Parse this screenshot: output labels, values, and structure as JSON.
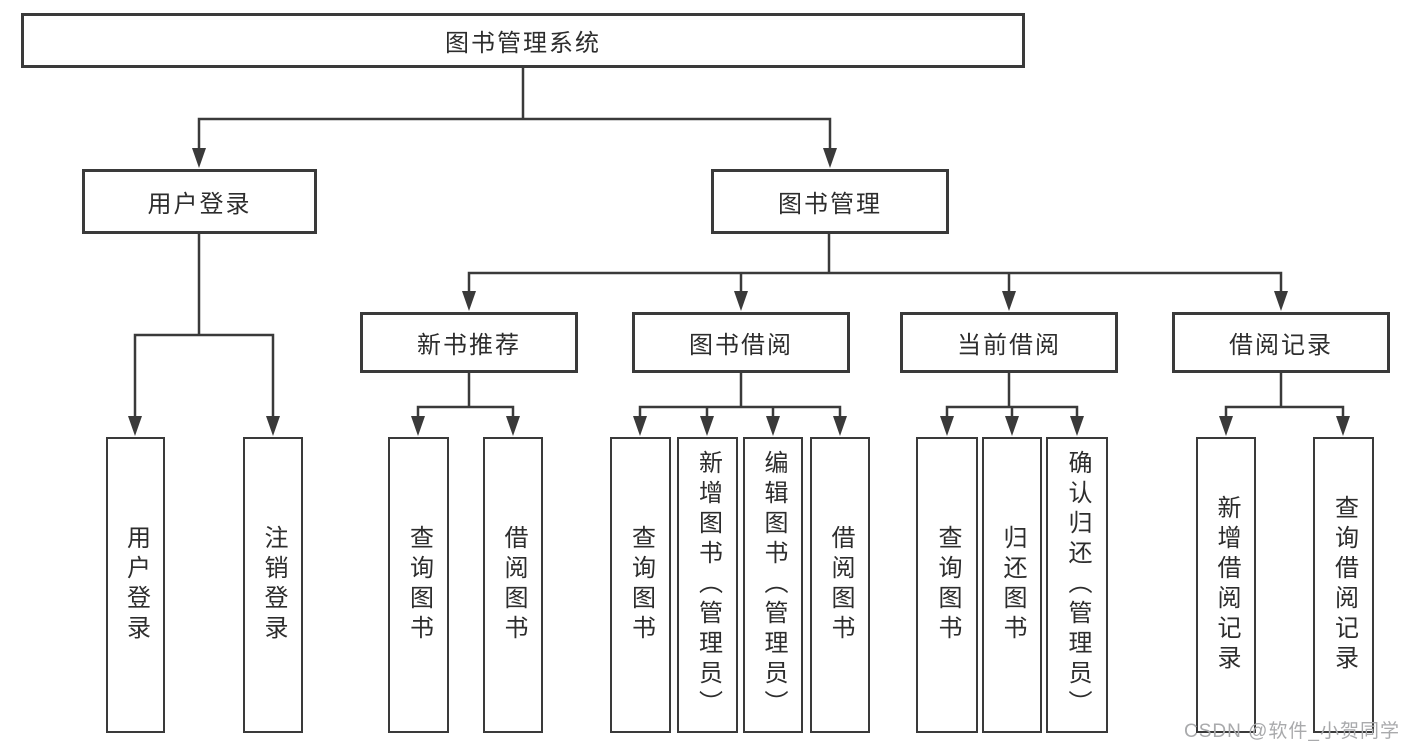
{
  "root": {
    "label": "图书管理系统"
  },
  "login": {
    "label": "用户登录",
    "leaves": [
      {
        "label": "用户登录"
      },
      {
        "label": "注销登录"
      }
    ]
  },
  "mgmt": {
    "label": "图书管理",
    "groups": [
      {
        "label": "新书推荐",
        "leaves": [
          {
            "label": "查询图书"
          },
          {
            "label": "借阅图书"
          }
        ]
      },
      {
        "label": "图书借阅",
        "leaves": [
          {
            "label": "查询图书"
          },
          {
            "label": "新增图书（管理员）"
          },
          {
            "label": "编辑图书（管理员）"
          },
          {
            "label": "借阅图书"
          }
        ]
      },
      {
        "label": "当前借阅",
        "leaves": [
          {
            "label": "查询图书"
          },
          {
            "label": "归还图书"
          },
          {
            "label": "确认归还（管理员）"
          }
        ]
      },
      {
        "label": "借阅记录",
        "leaves": [
          {
            "label": "新增借阅记录"
          },
          {
            "label": "查询借阅记录"
          }
        ]
      }
    ]
  },
  "watermark": {
    "text": "CSDN @软件_小贺同学"
  },
  "colors": {
    "line": "#3a3a3a",
    "text": "#2d2d2d",
    "watermark": "#a9aaac",
    "background": "#ffffff"
  }
}
